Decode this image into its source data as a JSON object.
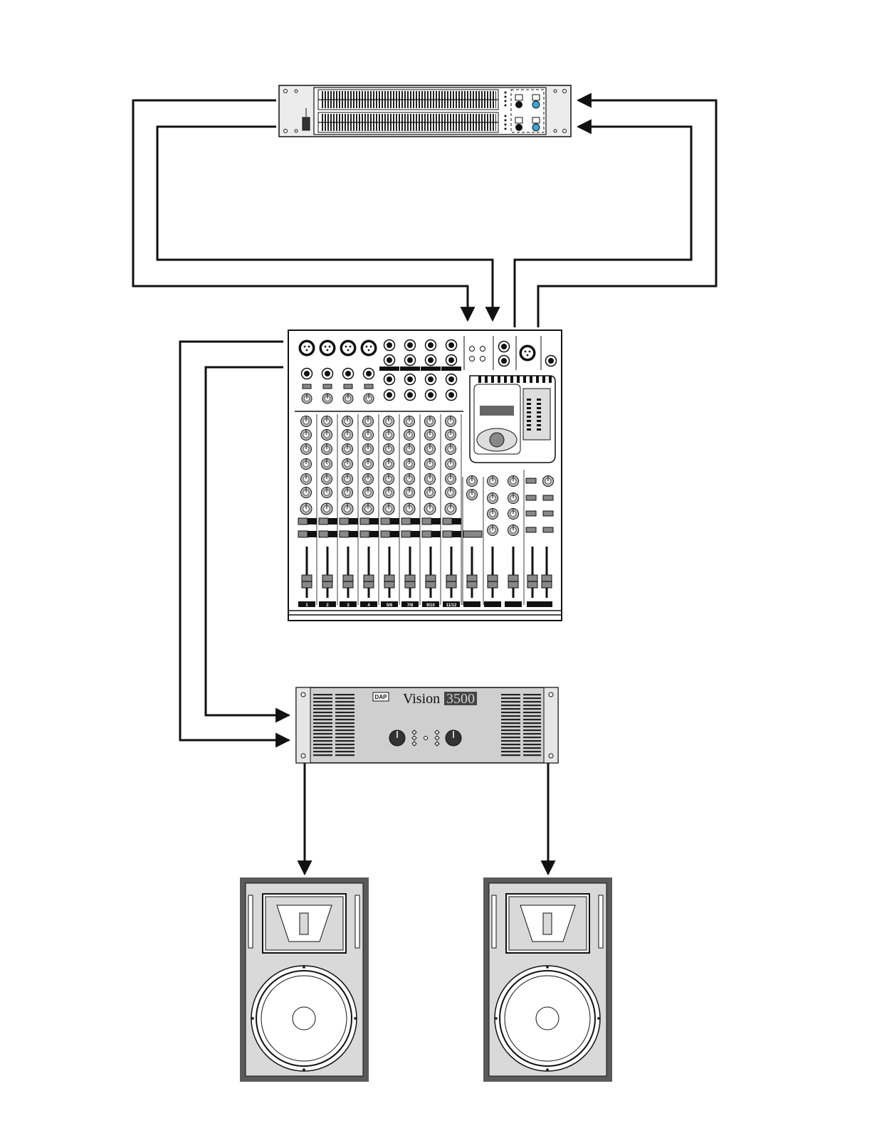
{
  "devices": {
    "equalizer": {
      "name": "graphic-equalizer"
    },
    "mixer": {
      "name": "mixing-console",
      "channel_labels": [
        "1",
        "2",
        "3",
        "4",
        "5/6",
        "7/8",
        "9/10",
        "11/12",
        "",
        "",
        "",
        ""
      ]
    },
    "amplifier": {
      "brand_label": "DAP",
      "model_prefix": "Vision",
      "model_number": "3500"
    },
    "speakers": [
      {
        "name": "left-speaker"
      },
      {
        "name": "right-speaker"
      }
    ]
  },
  "colors": {
    "line": "#111111",
    "panel_gray": "#d9d9d9",
    "amp_panel": "#cfcfcf",
    "speaker_frame": "#5a5a5a",
    "eq_jack_accent": "#3aa6d8"
  }
}
